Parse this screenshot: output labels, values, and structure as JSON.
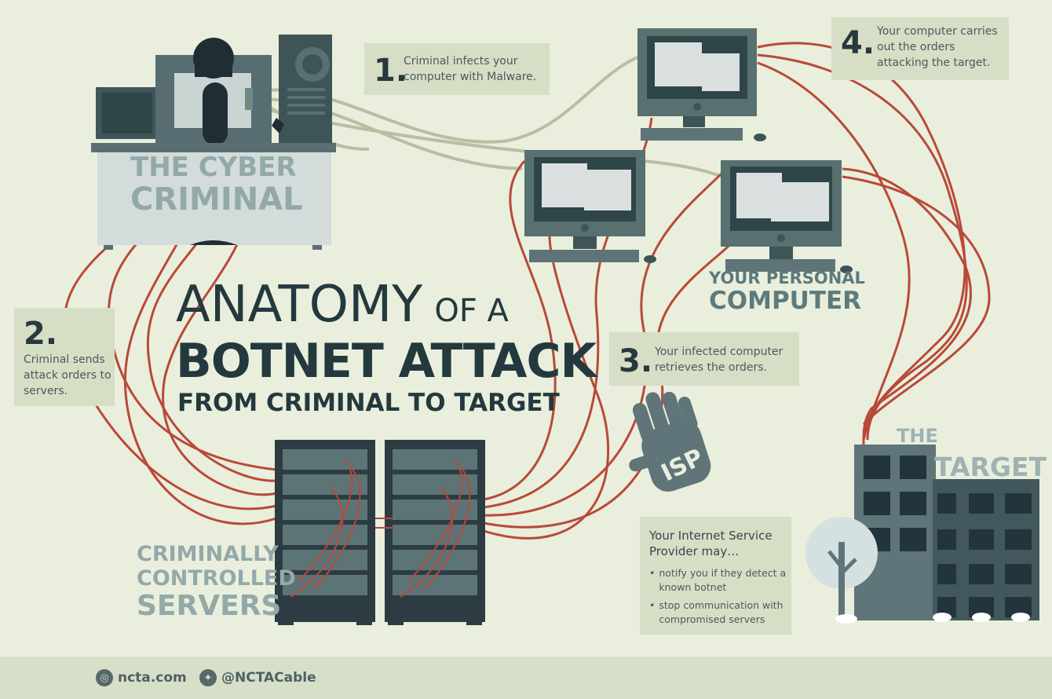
{
  "title": {
    "line1": "ANATOMY",
    "line1_small": "OF A",
    "line2": "BOTNET ATTACK",
    "line3": "FROM CRIMINAL TO TARGET"
  },
  "steps": [
    {
      "number": "1.",
      "text": "Criminal infects your computer with Malware."
    },
    {
      "number": "2.",
      "text": "Criminal sends attack orders to servers."
    },
    {
      "number": "3.",
      "text": "Your infected computer retrieves the orders."
    },
    {
      "number": "4.",
      "text": "Your computer carries out the orders attacking the target."
    }
  ],
  "labels": {
    "cyber_criminal": [
      "THE CYBER",
      "CRIMINAL"
    ],
    "personal_computer": [
      "YOUR PERSONAL",
      "COMPUTER"
    ],
    "servers": [
      "CRIMINALLY",
      "CONTROLLED",
      "SERVERS"
    ],
    "target": [
      "THE",
      "TARGET"
    ]
  },
  "isp": {
    "badge": "ISP",
    "intro": "Your Internet Service Provider may…",
    "bullets": [
      "notify you if they detect a known botnet",
      "stop communication with compromised servers"
    ]
  },
  "footer": {
    "site": "ncta.com",
    "twitter": "@NCTACable"
  },
  "colors": {
    "background": "#e9efdc",
    "wire": "#b9493a",
    "infection_wire": "#b8bea2",
    "dark_text": "#27393d",
    "device": "#4f6468"
  }
}
